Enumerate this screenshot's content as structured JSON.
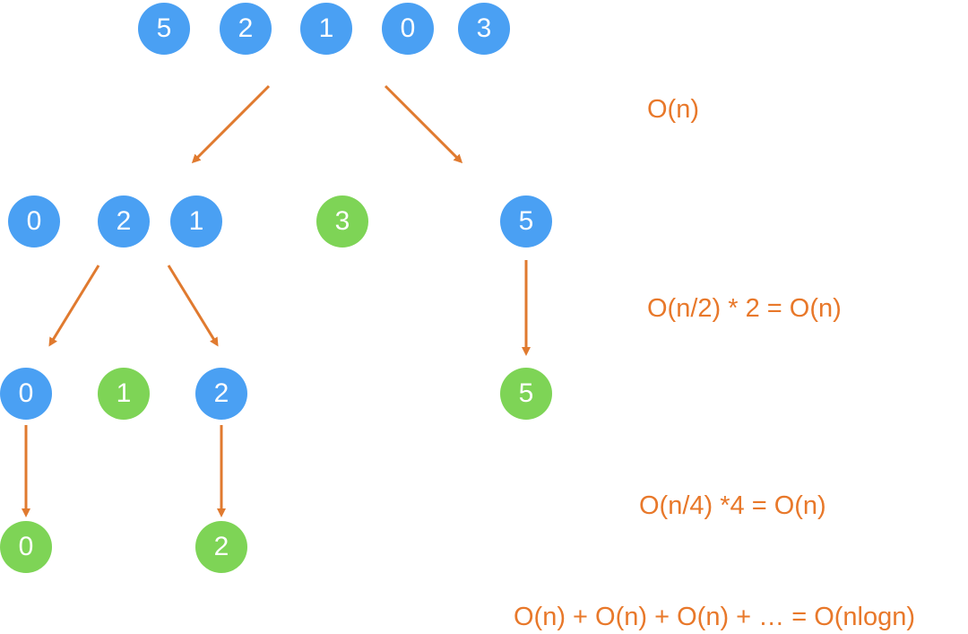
{
  "colors": {
    "node_blue": "#4aa0f3",
    "node_green": "#7ed456",
    "arrow": "#e07a2f",
    "annotation": "#e8782a"
  },
  "levels": [
    {
      "nodes": [
        {
          "value": "5",
          "color": "blue"
        },
        {
          "value": "2",
          "color": "blue"
        },
        {
          "value": "1",
          "color": "blue"
        },
        {
          "value": "0",
          "color": "blue"
        },
        {
          "value": "3",
          "color": "blue"
        }
      ],
      "annotation": "O(n)"
    },
    {
      "nodes": [
        {
          "value": "0",
          "color": "blue"
        },
        {
          "value": "2",
          "color": "blue"
        },
        {
          "value": "1",
          "color": "blue"
        },
        {
          "value": "3",
          "color": "green"
        },
        {
          "value": "5",
          "color": "blue"
        }
      ],
      "annotation": "O(n/2) * 2 = O(n)"
    },
    {
      "nodes": [
        {
          "value": "0",
          "color": "blue"
        },
        {
          "value": "1",
          "color": "green"
        },
        {
          "value": "2",
          "color": "blue"
        },
        {
          "value": "5",
          "color": "green"
        }
      ],
      "annotation": "O(n/4) *4 = O(n)"
    },
    {
      "nodes": [
        {
          "value": "0",
          "color": "green"
        },
        {
          "value": "2",
          "color": "green"
        }
      ],
      "annotation": "O(n) + O(n) + O(n) + … = O(nlogn)"
    }
  ]
}
